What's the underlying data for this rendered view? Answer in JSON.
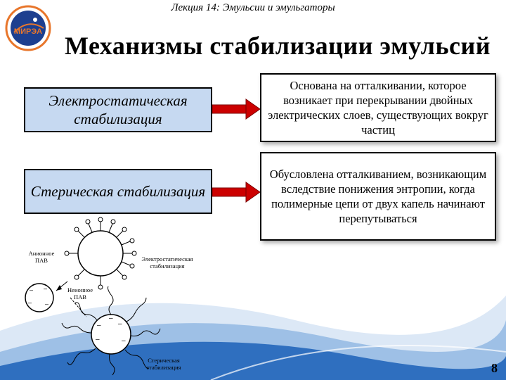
{
  "header": {
    "lecture": "Лекция 14: Эмульсии и эмульгаторы"
  },
  "logo": {
    "text": "МИРЭА",
    "color": "#e8762b"
  },
  "title": "Механизмы стабилизации эмульсий",
  "mechanisms": [
    {
      "name": "Электростатическая стабилизация",
      "description": "Основана на отталкивании, которое возникает при перекрывании двойных электрических слоев, существующих вокруг частиц"
    },
    {
      "name": "Стерическая стабилизация",
      "description": "Обусловлена отталкиванием, возникающим вследствие понижения энтропии, когда полимерные цепи от двух капель начинают перепутываться"
    }
  ],
  "diagram": {
    "labels": {
      "anionic": "Анионное ПАВ",
      "electrostatic": "Электростатическая стабилизация",
      "nonionic": "Неионное ПАВ",
      "steric": "Стерическая стабилизация"
    }
  },
  "page_number": "8",
  "colors": {
    "box_fill": "#c6d9f1",
    "arrow": "#cc0000",
    "wave": "#1f5fb0"
  }
}
